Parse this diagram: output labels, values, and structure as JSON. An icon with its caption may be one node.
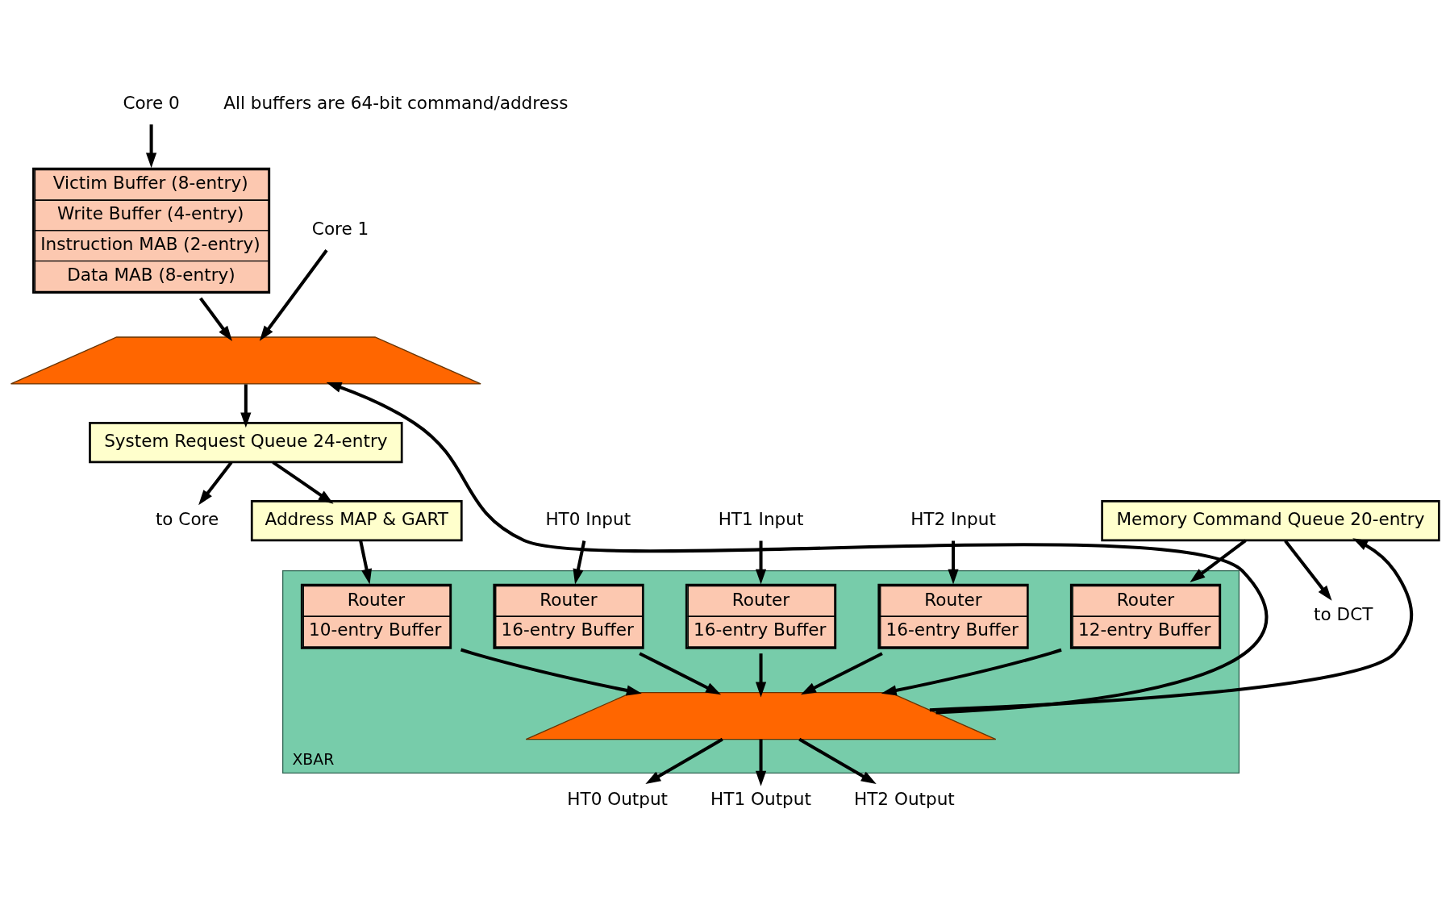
{
  "diagram": {
    "nodes": [
      {
        "text": [
          "Core 0"
        ]
      },
      {
        "text": [
          "Victim Buffer (8-entry)",
          "Write Buffer (4-entry)",
          "Instruction MAB (2-entry)",
          "Data MAB (8-entry)"
        ]
      },
      {
        "text": [
          "Core 1"
        ]
      },
      {
        "text": [],
        "shape": "trapezoid"
      },
      {
        "text": [
          "System Request Queue 24-entry"
        ]
      },
      {
        "text": [
          "to Core"
        ]
      },
      {
        "text": [
          "Address MAP & GART"
        ]
      },
      {
        "text": [
          "HT0 Input"
        ]
      },
      {
        "text": [
          "HT1 Input"
        ]
      },
      {
        "text": [
          "HT2 Input"
        ]
      },
      {
        "text": [
          "Memory Command Queue 20-entry"
        ]
      },
      {
        "text": [
          "to DCT"
        ]
      },
      {
        "text": [
          "XBAR"
        ]
      },
      {
        "text": [
          "Router",
          "10-entry Buffer"
        ],
        "in": 12
      },
      {
        "text": [
          "Router",
          "16-entry Buffer"
        ],
        "in": 12
      },
      {
        "text": [
          "Router",
          "16-entry Buffer"
        ],
        "in": 12
      },
      {
        "text": [
          "Router",
          "16-entry Buffer"
        ],
        "in": 12
      },
      {
        "text": [
          "Router",
          "12-entry Buffer"
        ],
        "in": 12
      },
      {
        "text": [],
        "shape": "trapezoid",
        "in": 12
      },
      {
        "text": [
          "HT0 Output"
        ]
      },
      {
        "text": [
          "HT1 Output"
        ]
      },
      {
        "text": [
          "HT2 Output"
        ]
      }
    ],
    "edges": [
      {
        "from": 0,
        "to": 1,
        "arrow": "to"
      },
      {
        "from": 1,
        "to": 3,
        "arrow": "to"
      },
      {
        "from": 2,
        "to": 3,
        "arrow": "to"
      },
      {
        "from": 3,
        "to": 4,
        "arrow": "to"
      },
      {
        "from": 4,
        "to": 5,
        "arrow": "to"
      },
      {
        "from": 4,
        "to": 6,
        "arrow": "to"
      },
      {
        "from": 6,
        "to": 13,
        "arrow": "to"
      },
      {
        "from": 7,
        "to": 14,
        "arrow": "to"
      },
      {
        "from": 8,
        "to": 15,
        "arrow": "to"
      },
      {
        "from": 9,
        "to": 16,
        "arrow": "to"
      },
      {
        "from": 10,
        "to": 17,
        "arrow": "to"
      },
      {
        "from": 10,
        "to": 11,
        "arrow": "to"
      },
      {
        "from": 13,
        "to": 18,
        "arrow": "to"
      },
      {
        "from": 14,
        "to": 18,
        "arrow": "to"
      },
      {
        "from": 15,
        "to": 18,
        "arrow": "to"
      },
      {
        "from": 16,
        "to": 18,
        "arrow": "to"
      },
      {
        "from": 17,
        "to": 18,
        "arrow": "to"
      },
      {
        "from": 18,
        "to": 19,
        "arrow": "to"
      },
      {
        "from": 18,
        "to": 20,
        "arrow": "to"
      },
      {
        "from": 18,
        "to": 21,
        "arrow": "to"
      },
      {
        "from": 18,
        "to": 3,
        "arrow": "to"
      },
      {
        "from": 18,
        "to": 10,
        "arrow": "to"
      }
    ],
    "labels": [
      "All buffers are 64-bit command/address"
    ]
  }
}
